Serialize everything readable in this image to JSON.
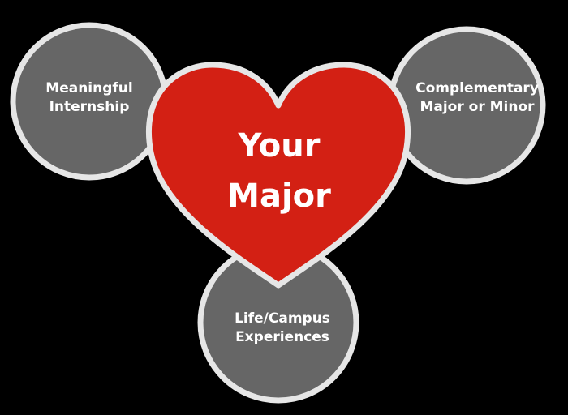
{
  "colors": {
    "background": "#000000",
    "circle_fill": "#666666",
    "circle_stroke": "#e6e6e6",
    "heart_fill": "#d32014",
    "heart_stroke": "#e6e6e6",
    "text": "#ffffff"
  },
  "heart": {
    "line1": "Your",
    "line2": "Major"
  },
  "circles": {
    "internship": {
      "line1": "Meaningful",
      "line2": "Internship"
    },
    "complementary": {
      "line1": "Complementary",
      "line2": "Major or Minor"
    },
    "life": {
      "line1": "Life/Campus",
      "line2": "Experiences"
    }
  }
}
